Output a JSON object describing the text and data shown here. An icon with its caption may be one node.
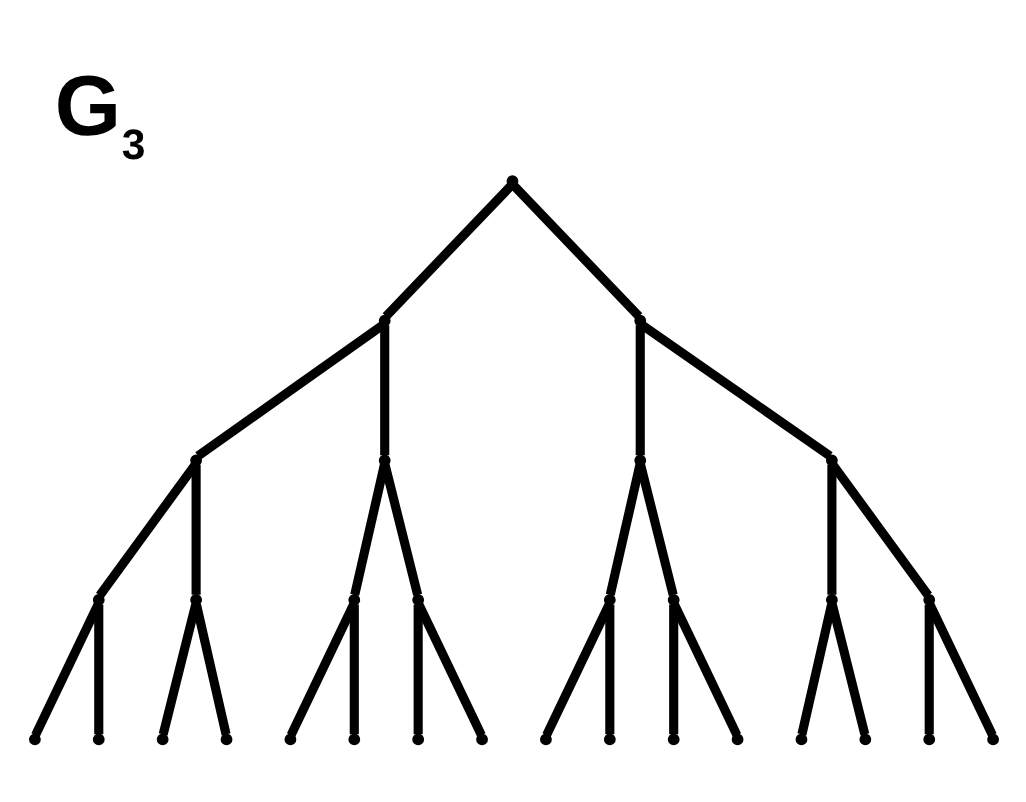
{
  "diagram": {
    "title": "G$_{3}$",
    "nodes": [
      {
        "text": [],
        "shape": "point"
      },
      {
        "text": [],
        "shape": "point"
      },
      {
        "text": [],
        "shape": "point"
      },
      {
        "text": [],
        "shape": "point"
      },
      {
        "text": [],
        "shape": "point"
      },
      {
        "text": [],
        "shape": "point"
      },
      {
        "text": [],
        "shape": "point"
      },
      {
        "text": [],
        "shape": "point"
      },
      {
        "text": [],
        "shape": "point"
      },
      {
        "text": [],
        "shape": "point"
      },
      {
        "text": [],
        "shape": "point"
      },
      {
        "text": [],
        "shape": "point"
      },
      {
        "text": [],
        "shape": "point"
      },
      {
        "text": [],
        "shape": "point"
      },
      {
        "text": [],
        "shape": "point"
      },
      {
        "text": [],
        "shape": "point"
      },
      {
        "text": [],
        "shape": "point"
      },
      {
        "text": [],
        "shape": "point"
      },
      {
        "text": [],
        "shape": "point"
      },
      {
        "text": [],
        "shape": "point"
      },
      {
        "text": [],
        "shape": "point"
      },
      {
        "text": [],
        "shape": "point"
      },
      {
        "text": [],
        "shape": "point"
      },
      {
        "text": [],
        "shape": "point"
      },
      {
        "text": [],
        "shape": "point"
      },
      {
        "text": [],
        "shape": "point"
      },
      {
        "text": [],
        "shape": "point"
      },
      {
        "text": [],
        "shape": "point"
      },
      {
        "text": [],
        "shape": "point"
      },
      {
        "text": [],
        "shape": "point"
      },
      {
        "text": [],
        "shape": "point"
      }
    ],
    "edges": [
      {
        "from": 0,
        "to": 1,
        "arrow": "none"
      },
      {
        "from": 0,
        "to": 2,
        "arrow": "none"
      },
      {
        "from": 1,
        "to": 3,
        "arrow": "none"
      },
      {
        "from": 1,
        "to": 4,
        "arrow": "none"
      },
      {
        "from": 2,
        "to": 5,
        "arrow": "none"
      },
      {
        "from": 2,
        "to": 6,
        "arrow": "none"
      },
      {
        "from": 3,
        "to": 7,
        "arrow": "none"
      },
      {
        "from": 3,
        "to": 8,
        "arrow": "none"
      },
      {
        "from": 4,
        "to": 9,
        "arrow": "none"
      },
      {
        "from": 4,
        "to": 10,
        "arrow": "none"
      },
      {
        "from": 5,
        "to": 11,
        "arrow": "none"
      },
      {
        "from": 5,
        "to": 12,
        "arrow": "none"
      },
      {
        "from": 6,
        "to": 13,
        "arrow": "none"
      },
      {
        "from": 6,
        "to": 14,
        "arrow": "none"
      },
      {
        "from": 7,
        "to": 15,
        "arrow": "none"
      },
      {
        "from": 7,
        "to": 16,
        "arrow": "none"
      },
      {
        "from": 8,
        "to": 17,
        "arrow": "none"
      },
      {
        "from": 8,
        "to": 18,
        "arrow": "none"
      },
      {
        "from": 9,
        "to": 19,
        "arrow": "none"
      },
      {
        "from": 9,
        "to": 20,
        "arrow": "none"
      },
      {
        "from": 10,
        "to": 21,
        "arrow": "none"
      },
      {
        "from": 10,
        "to": 22,
        "arrow": "none"
      },
      {
        "from": 11,
        "to": 23,
        "arrow": "none"
      },
      {
        "from": 11,
        "to": 24,
        "arrow": "none"
      },
      {
        "from": 12,
        "to": 25,
        "arrow": "none"
      },
      {
        "from": 12,
        "to": 26,
        "arrow": "none"
      },
      {
        "from": 13,
        "to": 27,
        "arrow": "none"
      },
      {
        "from": 13,
        "to": 28,
        "arrow": "none"
      },
      {
        "from": 14,
        "to": 29,
        "arrow": "none"
      },
      {
        "from": 14,
        "to": 30,
        "arrow": "none"
      }
    ]
  }
}
